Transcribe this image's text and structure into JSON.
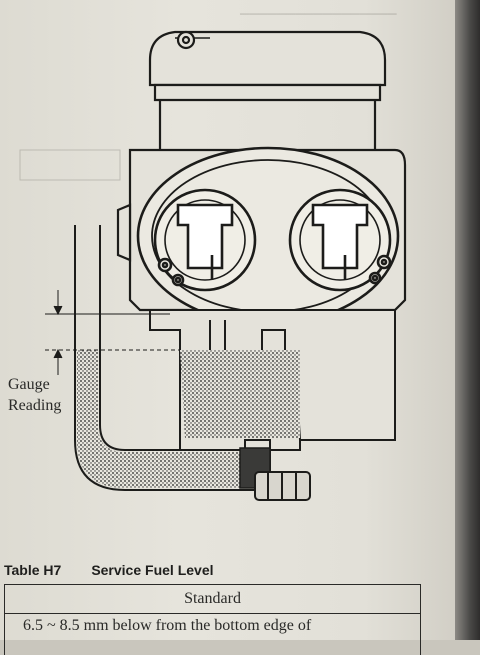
{
  "figure": {
    "gauge_label_line1": "Gauge",
    "gauge_label_line2": "Reading"
  },
  "table": {
    "id": "Table H7",
    "title": "Service Fuel Level",
    "column_header": "Standard",
    "cell_value": "6.5 ~ 8.5 mm below from the bottom edge of"
  }
}
